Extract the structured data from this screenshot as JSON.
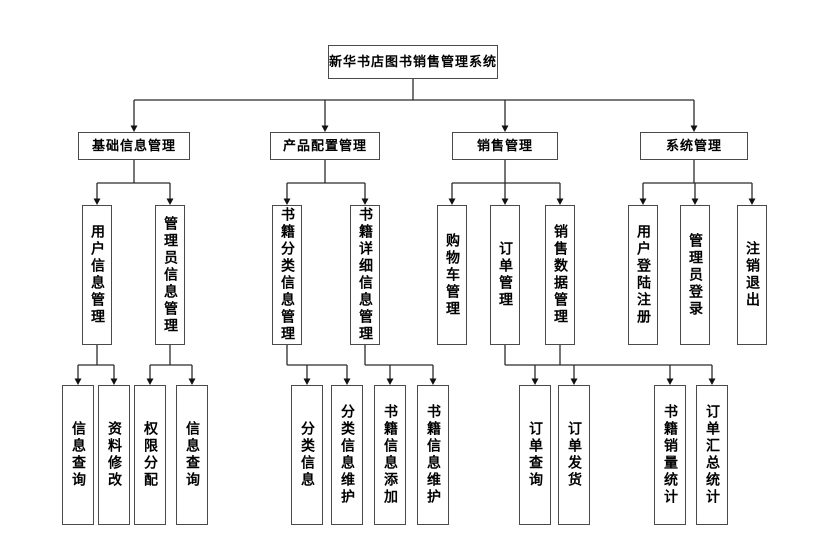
{
  "colors": {
    "background": "#ffffff",
    "box_border": "#4a4a4a",
    "connector_line": "#2b2b2b",
    "arrowhead": "#111111",
    "text": "#000000"
  },
  "diagram": {
    "type": "organization-tree",
    "root": {
      "id": "root",
      "label": "新华书店图书销售管理系统"
    },
    "level2": [
      {
        "id": "basic-info",
        "label": "基础信息管理",
        "parent": "root"
      },
      {
        "id": "product-config",
        "label": "产品配置管理",
        "parent": "root"
      },
      {
        "id": "sales",
        "label": "销售管理",
        "parent": "root"
      },
      {
        "id": "system",
        "label": "系统管理",
        "parent": "root"
      }
    ],
    "level3": [
      {
        "id": "user-info",
        "label": "用户信息管理",
        "parent": "basic-info"
      },
      {
        "id": "admin-info",
        "label": "管理员信息管理",
        "parent": "basic-info"
      },
      {
        "id": "book-category-info",
        "label": "书籍分类信息管理",
        "parent": "product-config"
      },
      {
        "id": "book-detail-info",
        "label": "书籍详细信息管理",
        "parent": "product-config"
      },
      {
        "id": "cart",
        "label": "购物车管理",
        "parent": "sales"
      },
      {
        "id": "order",
        "label": "订单管理",
        "parent": "sales"
      },
      {
        "id": "sales-data",
        "label": "销售数据管理",
        "parent": "sales"
      },
      {
        "id": "user-login-register",
        "label": "用户登陆注册",
        "parent": "system"
      },
      {
        "id": "admin-login",
        "label": "管理员登录",
        "parent": "system"
      },
      {
        "id": "logout",
        "label": "注销退出",
        "parent": "system"
      }
    ],
    "level4": [
      {
        "id": "info-query-1",
        "label": "信息查询",
        "parent": "user-info"
      },
      {
        "id": "profile-edit",
        "label": "资料修改",
        "parent": "user-info"
      },
      {
        "id": "permission-assign",
        "label": "权限分配",
        "parent": "admin-info"
      },
      {
        "id": "info-query-2",
        "label": "信息查询",
        "parent": "admin-info"
      },
      {
        "id": "category-info",
        "label": "分类信息",
        "parent": "book-category-info"
      },
      {
        "id": "category-info-maintain",
        "label": "分类信息维护",
        "parent": "book-category-info"
      },
      {
        "id": "book-info-add",
        "label": "书籍信息添加",
        "parent": "book-detail-info"
      },
      {
        "id": "book-info-maintain",
        "label": "书籍信息维护",
        "parent": "book-detail-info"
      },
      {
        "id": "order-query",
        "label": "订单查询",
        "parent": "order"
      },
      {
        "id": "order-ship",
        "label": "订单发货",
        "parent": "order"
      },
      {
        "id": "book-sales-stats",
        "label": "书籍销量统计",
        "parent": "sales-data"
      },
      {
        "id": "order-summary-stats",
        "label": "订单汇总统计",
        "parent": "sales-data"
      }
    ]
  }
}
